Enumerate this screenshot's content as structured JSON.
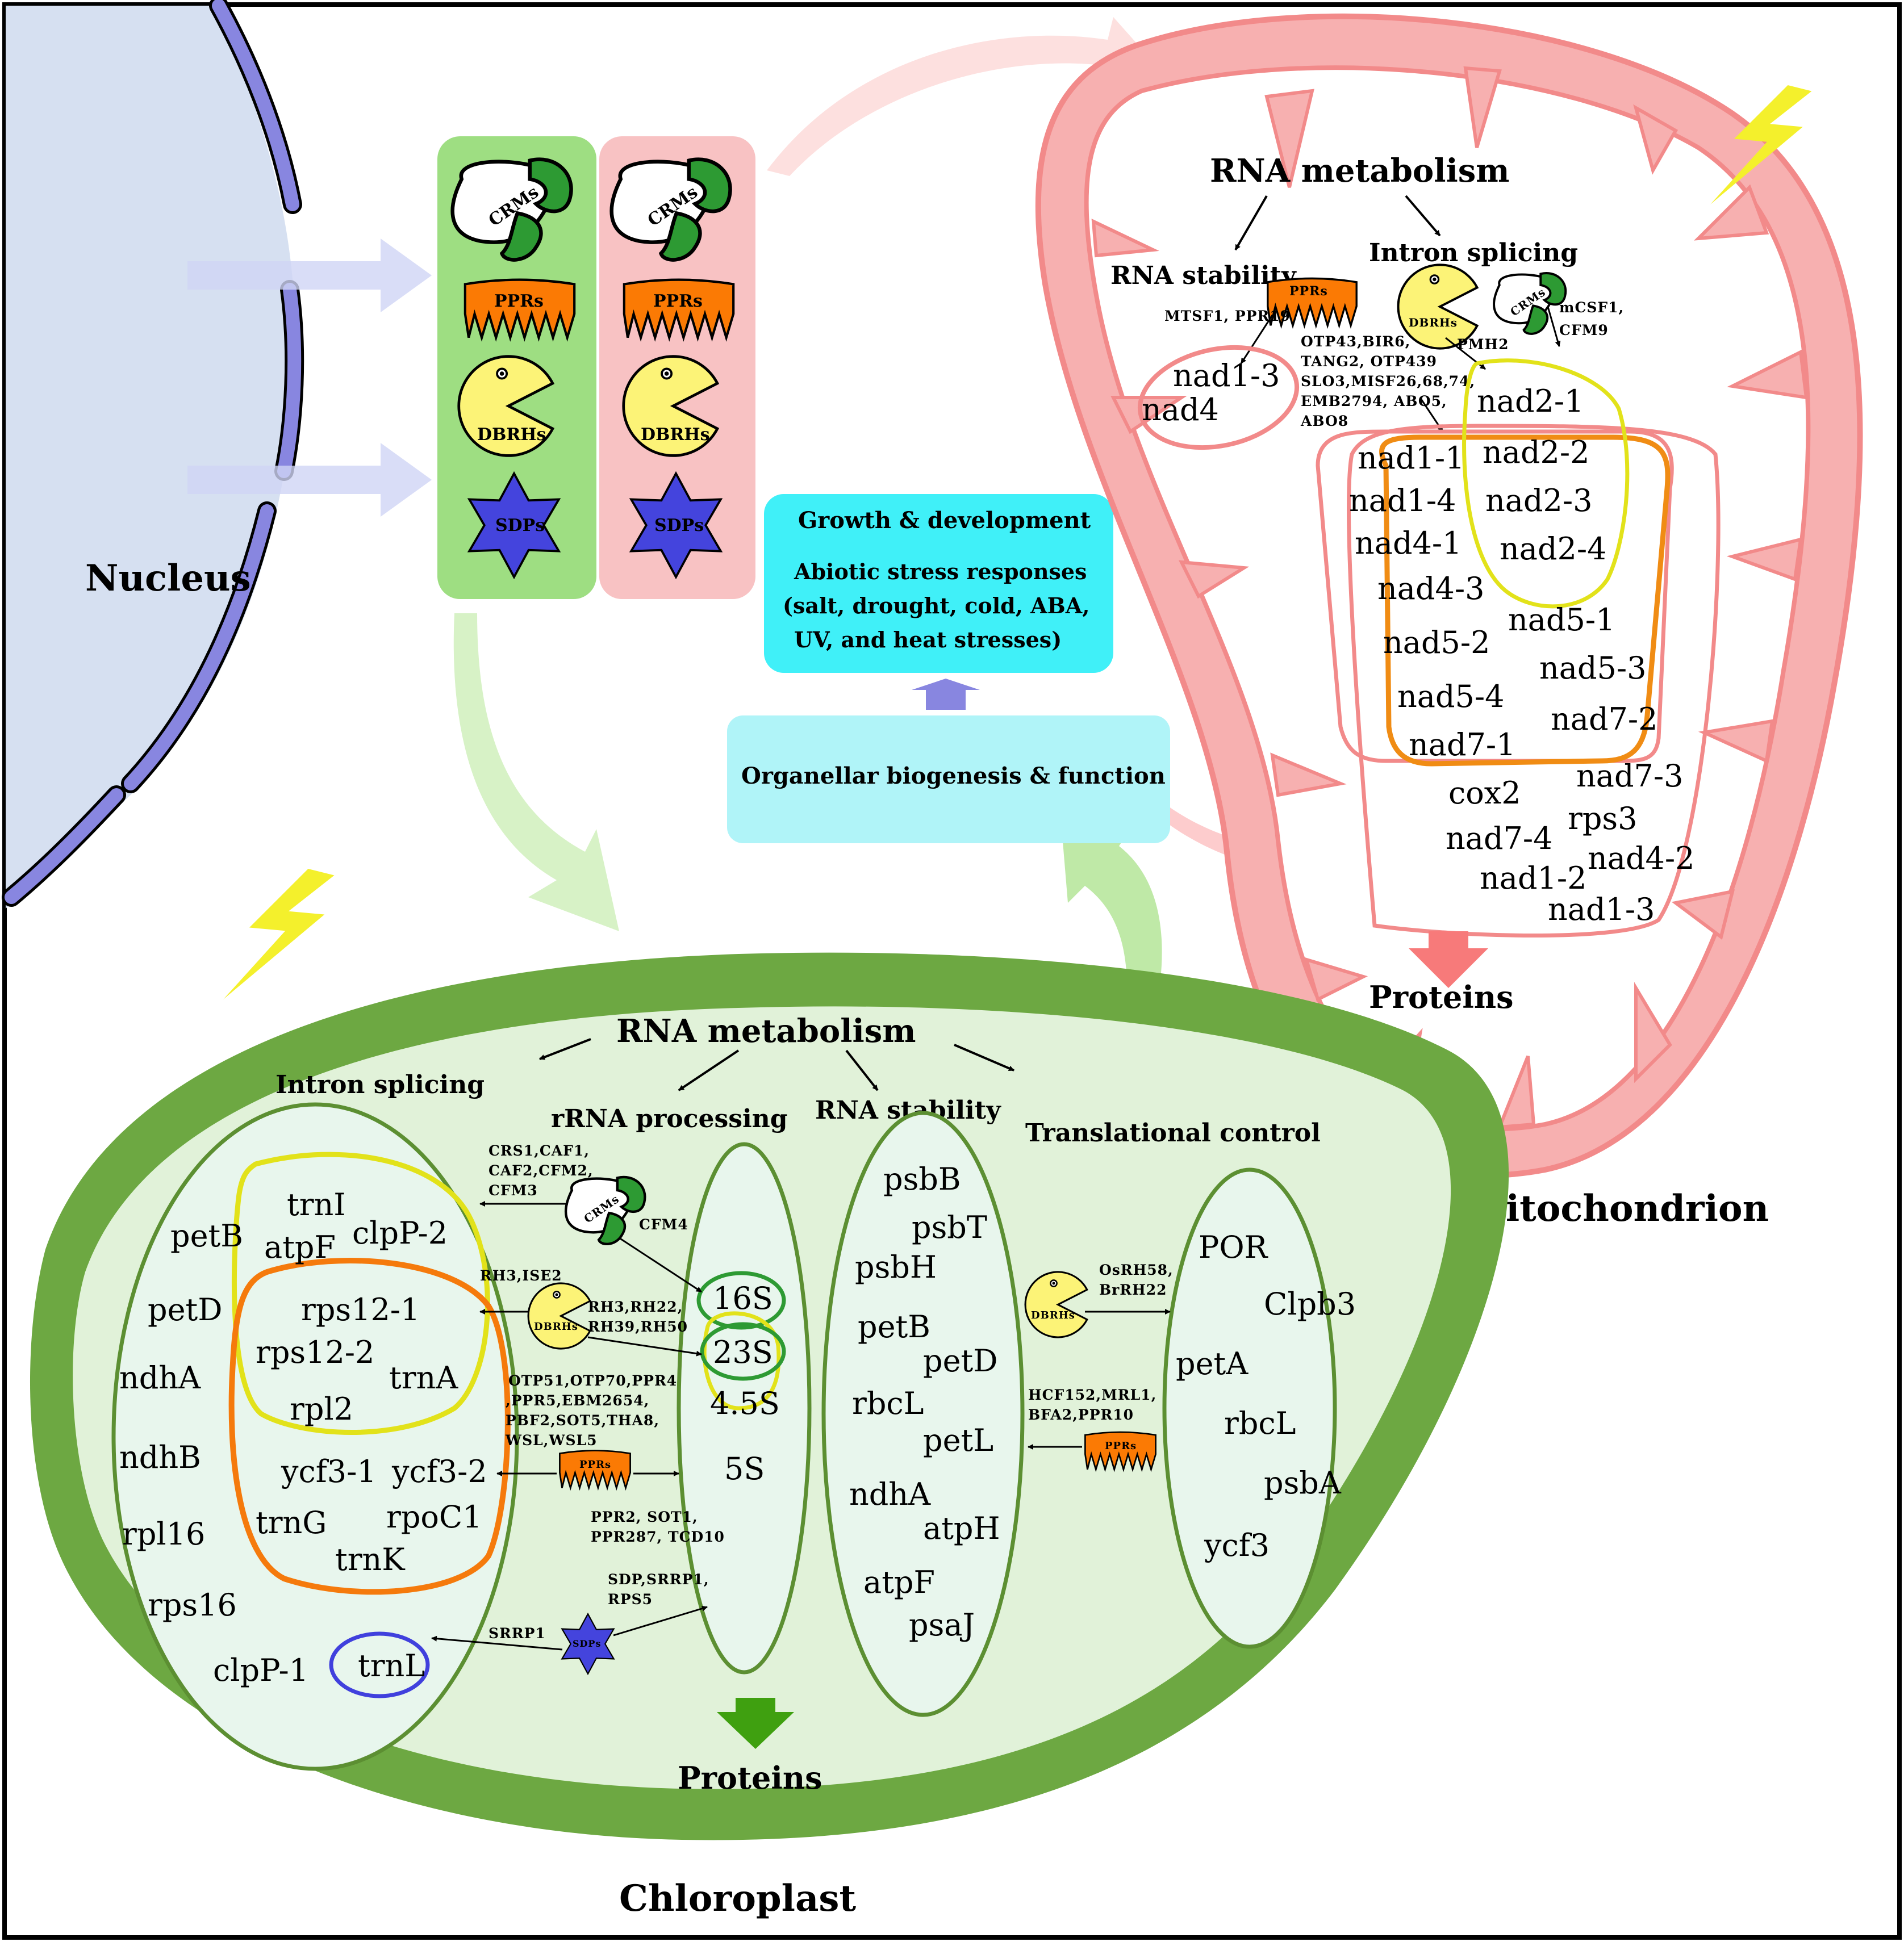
{
  "labels": {
    "nucleus": "Nucleus",
    "mitochondrion": "Mitochondrion",
    "chloroplast": "Chloroplast"
  },
  "proteins": {
    "crms": "CRMs",
    "pprs": "PPRs",
    "dbrhs": "DBRHs",
    "sdps": "SDPs"
  },
  "center": {
    "growth": "Growth & development",
    "abiotic_1": "Abiotic stress responses",
    "abiotic_2": "(salt, drought, cold, ABA,",
    "abiotic_3": "UV, and heat stresses)",
    "biogenesis": "Organellar biogenesis & function"
  },
  "mito": {
    "rna_metabolism": "RNA metabolism",
    "rna_stability": "RNA stability",
    "intron_splicing": "Intron splicing",
    "mtsf1": "MTSF1, PPR19",
    "ppr_list": [
      "OTP43,BIR6,",
      "TANG2, OTP439",
      "SLO3,MISF26,68,74,",
      "EMB2794, ABO5,",
      "ABO8"
    ],
    "pmh2": "PMH2",
    "mcsf1": [
      "mCSF1,",
      "CFM9"
    ],
    "stability_genes": [
      "nad1-3",
      "nad4"
    ],
    "dbrh_genes": [
      "nad2-1",
      "nad2-2",
      "nad2-3",
      "nad2-4"
    ],
    "ppr_genes": [
      "nad1-1",
      "nad1-4",
      "nad4-1",
      "nad4-3",
      "nad5-1",
      "nad5-2",
      "nad5-3",
      "nad5-4",
      "nad7-2",
      "nad7-1"
    ],
    "other_genes": [
      "cox2",
      "nad7-3",
      "rps3",
      "nad7-4",
      "nad4-2",
      "nad1-2",
      "nad1-3"
    ],
    "proteins": "Proteins"
  },
  "chloro": {
    "rna_metabolism": "RNA metabolism",
    "intron_splicing": "Intron splicing",
    "rrna_processing": "rRNA processing",
    "rna_stability": "RNA stability",
    "translational_control": "Translational control",
    "crm_list": [
      "CRS1,CAF1,",
      "CAF2,CFM2,",
      "CFM3"
    ],
    "cfm4": "CFM4",
    "rh3": "RH3,ISE2",
    "rh_list": [
      "RH3,RH22,",
      "RH39,RH50"
    ],
    "ppr_list": [
      "OTP51,OTP70,PPR4",
      ",PPR5,EBM2654,",
      "PBF2,SOT5,THA8,",
      "WSL,WSL5"
    ],
    "ppr_rrna": [
      "PPR2, SOT1,",
      "PPR287, TCD10"
    ],
    "sdp_list": [
      "SDP,SRRP1,",
      "RPS5"
    ],
    "srrp1": "SRRP1",
    "osrh": [
      "OsRH58,",
      "BrRH22"
    ],
    "hcf": [
      "HCF152,MRL1,",
      "BFA2,PPR10"
    ],
    "intron_outer": [
      "petB",
      "petD",
      "ndhA",
      "ndhB",
      "rpl16",
      "rps16",
      "clpP-1"
    ],
    "intron_yellow": [
      "trnI",
      "atpF",
      "clpP-2"
    ],
    "intron_both": [
      "rps12-1",
      "rps12-2",
      "trnA",
      "rpl2"
    ],
    "intron_orange": [
      "ycf3-1",
      "ycf3-2",
      "trnG",
      "rpoC1",
      "trnK"
    ],
    "trnl": "trnL",
    "rrna": [
      "16S",
      "23S",
      "4.5S",
      "5S"
    ],
    "stability_genes": [
      "psbB",
      "psbT",
      "psbH",
      "petB",
      "petD",
      "rbcL",
      "petL",
      "ndhA",
      "atpH",
      "atpF",
      "psaJ"
    ],
    "translation_genes": [
      "POR",
      "Clpb3",
      "petA",
      "rbcL",
      "psbA",
      "ycf3"
    ],
    "proteins": "Proteins"
  },
  "colors": {
    "nucleus": "#d6e0f1",
    "envelope": "#8886e0",
    "green_panel": "#9ede82",
    "pink_panel": "#f8c2c3",
    "chloro_outer": "#6da842",
    "chloro_inner": "#e1f2d9",
    "mito": "#f28a8a",
    "cyan": "#40f0f8",
    "cyan_light": "#b0f4f8",
    "ppr": "#fb7a04",
    "dbrh": "#fcf377",
    "sdp": "#4444dd"
  }
}
